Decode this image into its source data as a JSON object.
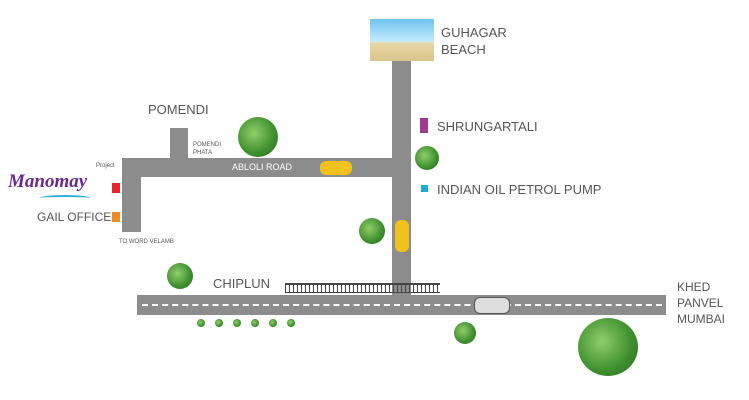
{
  "labels": {
    "beach": [
      "GUHAGAR",
      "BEACH"
    ],
    "pomendi": "POMENDI",
    "pomendi_phata": [
      "POMENDI",
      "PHATA"
    ],
    "abloli_road": "ABLOLI ROAD",
    "shrungartali": "SHRUNGARTALI",
    "petrol_pump": "INDIAN OIL PETROL PUMP",
    "brand": "Manomay",
    "project": "Project",
    "gail": "GAIL OFFICE",
    "velamb": "TO WORD VELAMB",
    "chiplun": "CHIPLUN",
    "dest": [
      "KHED",
      "PANVEL",
      "MUMBAI"
    ]
  },
  "colors": {
    "project": "#e8232a",
    "gail": "#f08a24",
    "shrungartali": "#a0398f",
    "petrol": "#1ea7e0",
    "brand": "#6a2a8c"
  }
}
